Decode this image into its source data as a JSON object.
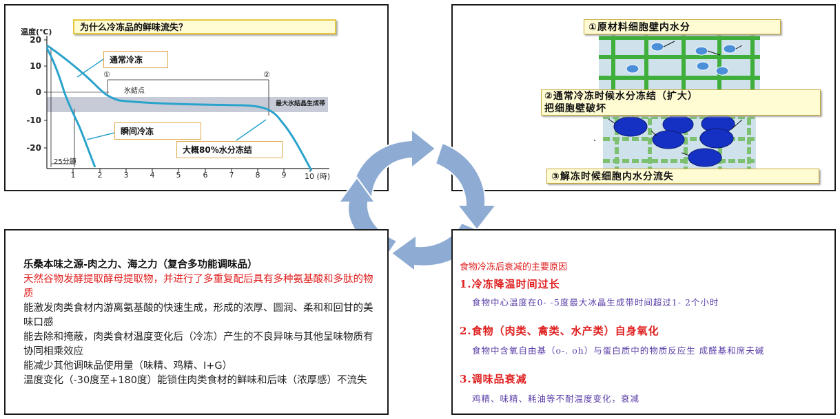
{
  "top_left": {
    "title": "为什么冷冻品的鲜味流失？",
    "y_axis_title": "温度(℃)",
    "y_ticks": [
      "20",
      "10",
      "0",
      "-10",
      "-20"
    ],
    "x_ticks": [
      "1",
      "2",
      "3",
      "4",
      "5",
      "6",
      "7",
      "8",
      "9",
      "10 (時)"
    ],
    "label_normal": "通常冷冻",
    "label_instant": "瞬间冷冻",
    "label_80": "大概80%水分冻结",
    "label_freeze_point": "氷結点",
    "label_band": "最大氷結晶生成帯",
    "label_25min": "25分鐘",
    "marker_1": "①",
    "marker_2": "②"
  },
  "top_right": {
    "step1": "①原材料细胞壁内水分",
    "step2_line1": "②通常冷冻时候水分冻结（扩大）",
    "step2_line2": "把细胞壁破坏",
    "step3": "③解冻时候细胞内水分流失"
  },
  "bottom_left": {
    "title": "乐桑本味之源-肉之力、海之力（复合多功能调味品）",
    "red_text": "天然谷物发酵提取酵母提取物，并进行了多重复配后具有多种氨基酸和多肽的物质",
    "p1": "能激发肉类食材内游离氨基酸的快速生成，形成的浓厚、圆润、柔和和回甘的美味口感",
    "p2": "能去除和掩蔽，肉类食材温度变化后（冷冻）产生的不良异味与其他呈味物质有协同相乘效应",
    "p3": "能减少其他调味品使用量（味精、鸡精、I+G）",
    "p4": "温度变化（-30度至+180度）能锁住肉类食材的鲜味和后味（浓厚感）不流失"
  },
  "bottom_right": {
    "heading": "食物冷冻后衰减的主要原因",
    "item1_title": "1.冷冻降温时间过长",
    "item1_desc": "食物中心温度在0- -5度最大冰晶生成带时间超过1-  2个小时",
    "item2_title": "2.食物（肉类、禽类、水产类）自身氧化",
    "item2_desc": "食物中含氧自由基（o-. oh）与蛋白质中的物质反应生 成醛基和席夫碱",
    "item3_title": "3.调味品衰减",
    "item3_desc": "鸡精、味精、耗油等不耐温度变化，衰减"
  },
  "colors": {
    "curve": "#2aa3cc",
    "band": "#c7cbd8",
    "cycle_arrows": "#8eacd3",
    "grid_bg": "#cfe2ec",
    "grid_green": "#3fae3a",
    "cell_blue": "#1531c4"
  }
}
